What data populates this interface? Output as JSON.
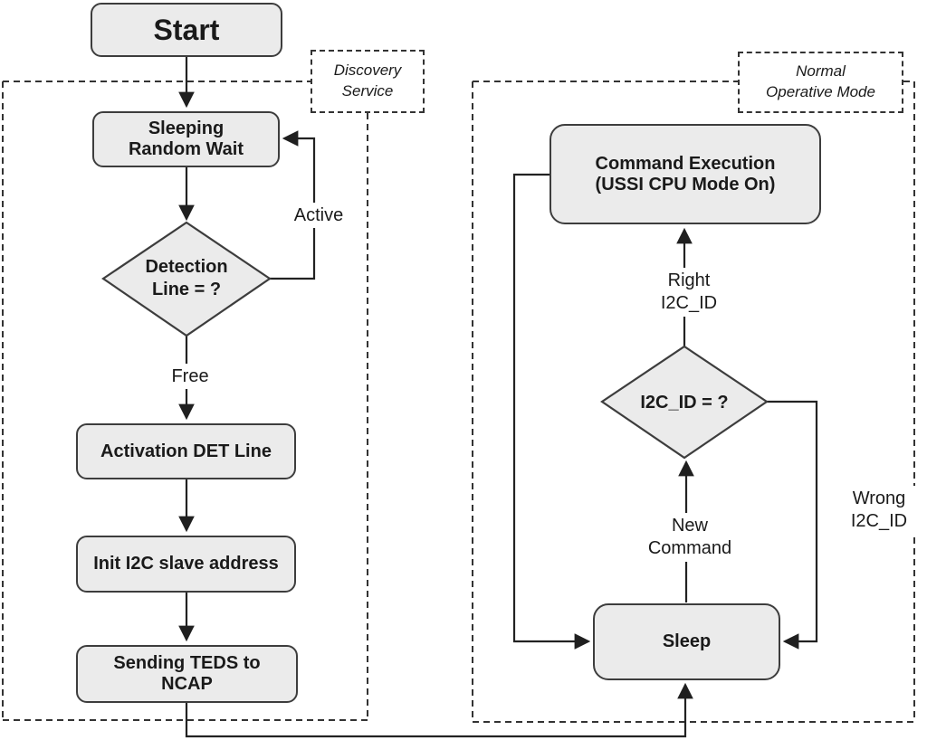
{
  "diagram": {
    "colors": {
      "node_fill": "#ebebeb",
      "node_border": "#3d3d3d",
      "line": "#222222",
      "dashed_line": "#333333",
      "text": "#1a1a1a",
      "background": "#ffffff"
    },
    "regions": {
      "discovery": {
        "label": "Discovery\nService"
      },
      "normal": {
        "label": "Normal\nOperative Mode"
      }
    },
    "nodes": {
      "start": {
        "label": "Start"
      },
      "sleeping": {
        "label": "Sleeping\nRandom Wait"
      },
      "detection": {
        "label": "Detection\nLine = ?"
      },
      "activation": {
        "label": "Activation DET Line"
      },
      "init_i2c": {
        "label": "Init I2C slave address"
      },
      "sending_teds": {
        "label": "Sending TEDS to\nNCAP"
      },
      "command_exec": {
        "label": "Command Execution\n(USSI CPU Mode On)"
      },
      "i2c_id": {
        "label": "I2C_ID = ?"
      },
      "sleep": {
        "label": "Sleep"
      }
    },
    "edge_labels": {
      "active": "Active",
      "free": "Free",
      "right_id": "Right\nI2C_ID",
      "wrong_id": "Wrong\nI2C_ID",
      "new_command": "New\nCommand"
    }
  }
}
